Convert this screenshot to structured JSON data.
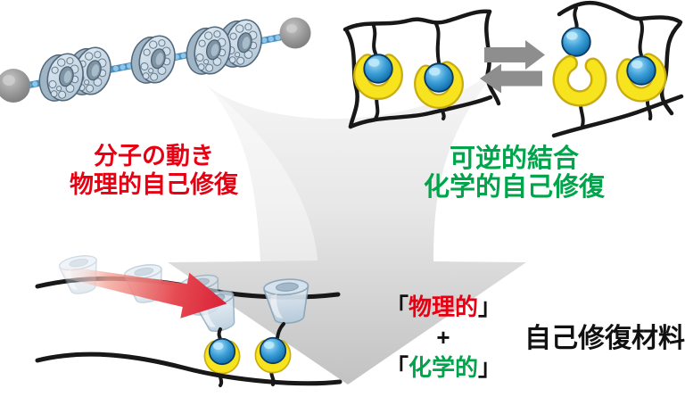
{
  "figure": {
    "physical_panel": {
      "caption_line1": "分子の動き",
      "caption_line2": "物理的自己修復",
      "color": "#e60012"
    },
    "chemical_panel": {
      "caption_line1": "可逆的結合",
      "caption_line2": "化学的自己修復",
      "color": "#00a44a"
    },
    "conclusion": {
      "physical": {
        "open": "「",
        "term": "物理的",
        "close": "」"
      },
      "plus": "+",
      "chemical": {
        "open": "「",
        "term": "化学的",
        "close": "」"
      },
      "result_label": "自己修復材料"
    },
    "icons": {
      "big_arrow": "downward-funnel-arrow",
      "equilibrium": "reversible-reaction-arrows",
      "slide_arrow": "red-sliding-motion-arrow",
      "ring": "cyclodextrin-ring",
      "ball": "guest-molecule-ball",
      "cup": "host-molecule-cup",
      "stopper": "end-stopper-sphere"
    },
    "colors": {
      "red_text": "#e60012",
      "green_text": "#00a44a",
      "black_text": "#111111",
      "big_arrow_gray": "#c5c5c5",
      "equilibrium_arrow_gray": "#8e8e8e",
      "guest_ball_blue": "#1f86c6",
      "host_cup_yellow": "#f7e41e",
      "polymer_chain_black": "#181818",
      "axle_chain_blue": "#8cc6ec",
      "ring_blue_gray": "#c7d6e3",
      "slide_arrow_red": "#d91f37",
      "stopper_gray": "#8a8a8a"
    }
  }
}
